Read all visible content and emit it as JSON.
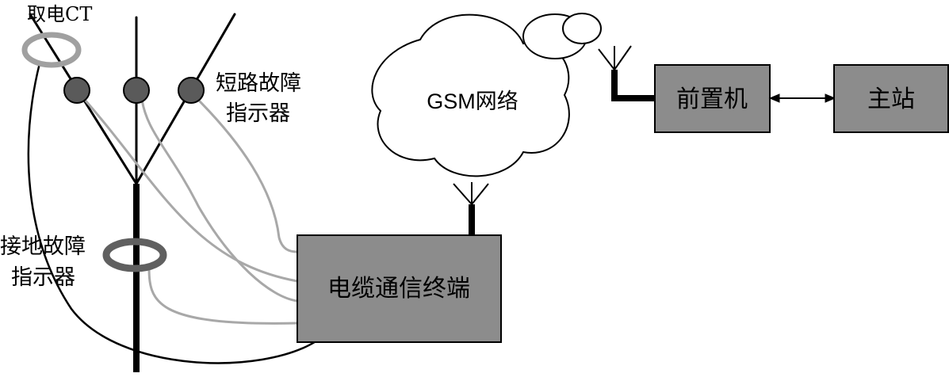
{
  "labels": {
    "ct": "取电CT",
    "short_circuit_line1": "短路故障",
    "short_circuit_line2": "指示器",
    "ground_line1": "接地故障",
    "ground_line2": "指示器",
    "gsm": "GSM网络",
    "terminal": "电缆通信终端",
    "front_end": "前置机",
    "master": "主站"
  },
  "colors": {
    "box_fill": "#8c8c8c",
    "indicator_fill": "#5a5a5a",
    "ct_ring": "#a0a0a0",
    "ground_ring": "#606060",
    "signal_wire": "#a8a8a8"
  }
}
